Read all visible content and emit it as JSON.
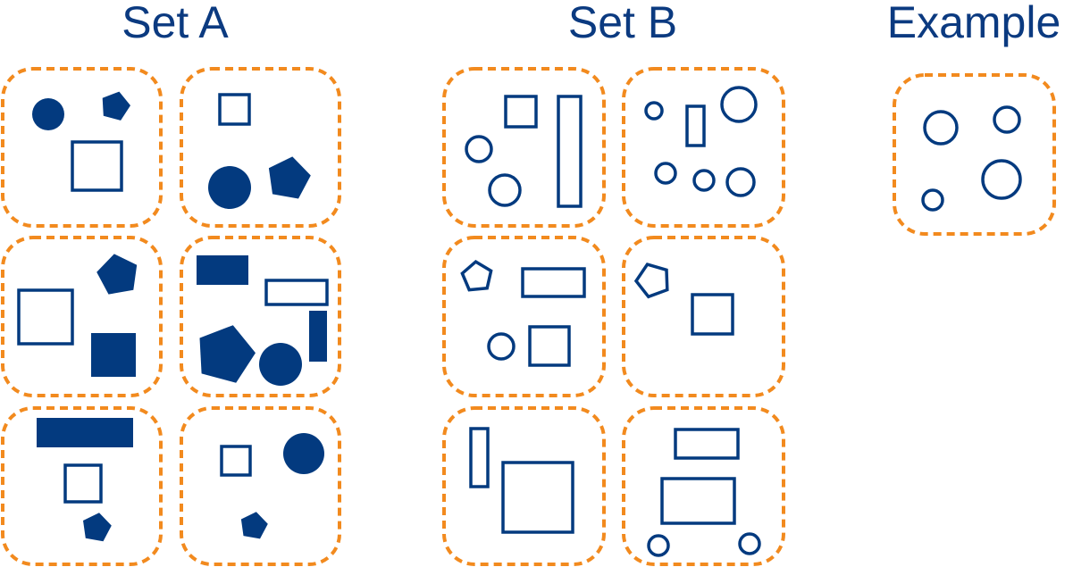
{
  "titles": {
    "set_a": "Set A",
    "set_b": "Set B",
    "example": "Example"
  },
  "colors": {
    "shape": "#033a7f",
    "border": "#f28a1e",
    "title": "#0b3a80"
  }
}
